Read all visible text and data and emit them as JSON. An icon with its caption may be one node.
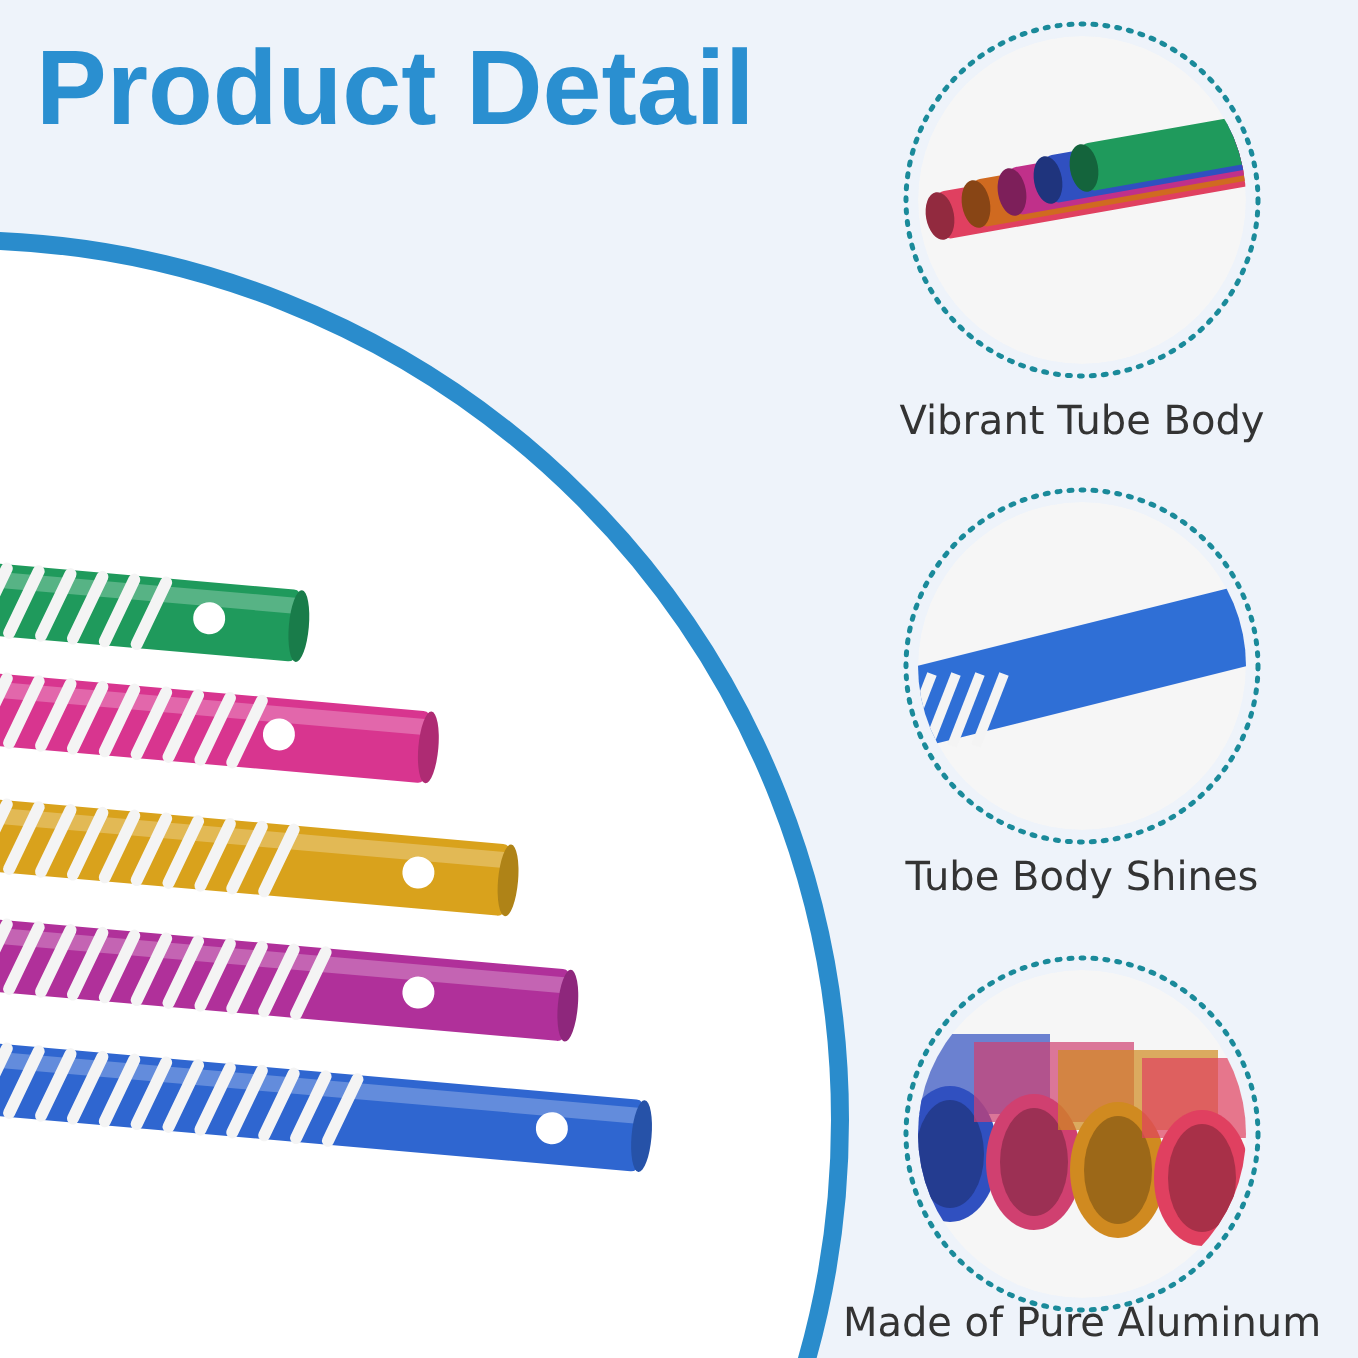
{
  "diagram": {
    "title": "Product Detail",
    "labels": [
      "Vibrant Tube Body",
      "Tube Body Shines",
      "Made of Pure Aluminum"
    ]
  }
}
